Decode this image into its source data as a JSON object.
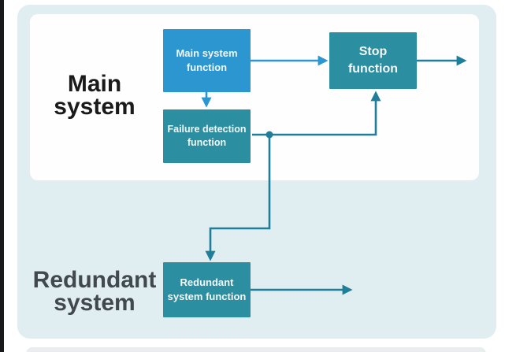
{
  "diagram": {
    "regions": {
      "main": {
        "label": "Main\nsystem"
      },
      "redundant": {
        "label": "Redundant\nsystem"
      }
    },
    "boxes": {
      "main_function": {
        "label": "Main system\nfunction"
      },
      "failure_detection": {
        "label": "Failure detection\nfunction"
      },
      "stop": {
        "label": "Stop\nfunction"
      },
      "redundant_function": {
        "label": "Redundant\nsystem function"
      }
    },
    "colors": {
      "primary_blue": "#2B96D0",
      "teal_box": "#2C8FA1",
      "arrow_teal": "#1F7E99",
      "canvas_background": "#E0EEF1",
      "main_panel_background": "#FEFEFE",
      "left_bar": "#17191C",
      "main_label_text": "#1A1A1A",
      "redundant_label_text": "#41484E",
      "box_text": "#F2F7F8"
    }
  }
}
